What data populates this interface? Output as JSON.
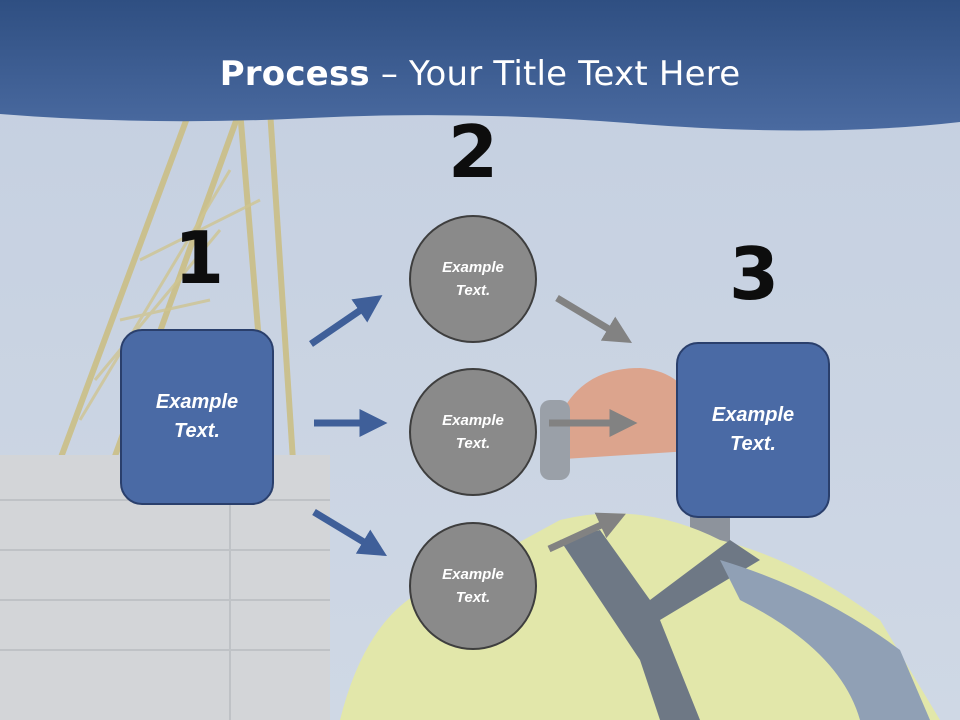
{
  "title": {
    "bold": "Process",
    "rest": " – Your Title Text Here"
  },
  "steps": [
    {
      "number": "1",
      "label": "Example Text."
    },
    {
      "number": "2",
      "label": "Example Text."
    },
    {
      "number": "3",
      "label": "Example Text."
    }
  ],
  "circles": [
    {
      "label": "Example Text."
    },
    {
      "label": "Example Text."
    },
    {
      "label": "Example Text."
    }
  ],
  "colors": {
    "header": "#3d5f94",
    "box_fill": "#4a6aa5",
    "circle_fill": "#8a8a8a",
    "blue_arrow": "#3f5f99",
    "gray_arrow": "#828282"
  }
}
